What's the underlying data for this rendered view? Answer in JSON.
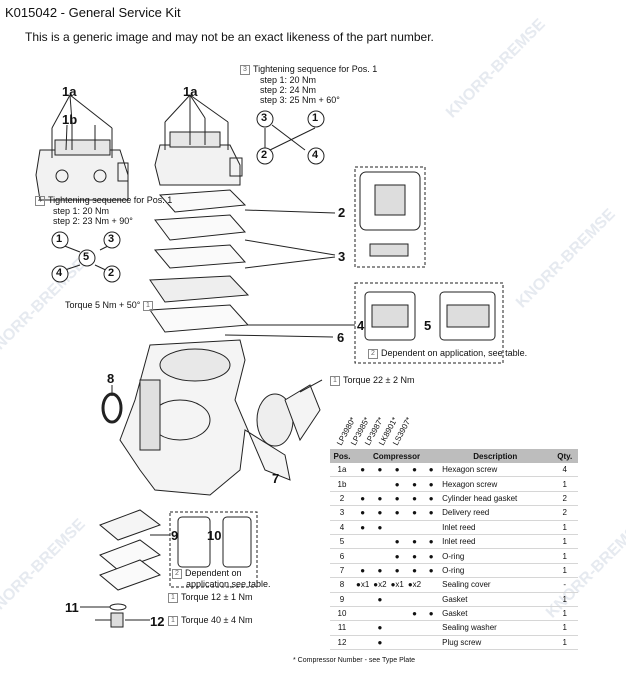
{
  "header": {
    "title": "K015042 - General Service Kit",
    "subtitle": "This is a generic image and may not be an exact likeness of the part number."
  },
  "seq_pos1_top": {
    "ref": "3",
    "title": "Tightening sequence for Pos. 1",
    "steps": [
      "step 1:  20 Nm",
      "step 2:  24 Nm",
      "step 3:  25 Nm + 60°"
    ]
  },
  "seq_pos1_left": {
    "ref": "4",
    "title": "Tightening sequence for Pos. 1",
    "steps": [
      "step 1:  20 Nm",
      "step 2:  23 Nm + 90°"
    ]
  },
  "labels": {
    "l1a_left": "1a",
    "l1b": "1b",
    "l1a_right": "1a",
    "l2": "2",
    "l3": "3",
    "l4": "4",
    "l5": "5",
    "l6": "6",
    "l7": "7",
    "l8": "8",
    "l9": "9",
    "l10": "10",
    "l11": "11",
    "l12": "12"
  },
  "seq_circles_top": [
    "3",
    "1",
    "2",
    "4"
  ],
  "seq_circles_left": [
    "1",
    "3",
    "5",
    "4",
    "2"
  ],
  "callouts": {
    "torque_5nm": "Torque 5 Nm + 50°",
    "torque_5nm_ref": "1",
    "torque_22": "Torque  22 ± 2 Nm",
    "torque_22_ref": "1",
    "dependent_1": "Dependent on application, see table.",
    "dependent_1_ref": "2",
    "dependent_2_line1": "Dependent on",
    "dependent_2_line2": "application,see table.",
    "dependent_2_ref": "2",
    "torque_12": "Torque  12 ± 1 Nm",
    "torque_12_ref": "1",
    "torque_40": "Torque  40 ± 4 Nm",
    "torque_40_ref": "1"
  },
  "compressors": [
    "LP3980*",
    "LP3985*",
    "LP3987*",
    "LK8901*",
    "LS3907*"
  ],
  "table": {
    "headers": {
      "pos": "Pos.",
      "compressor": "Compressor",
      "description": "Description",
      "qty": "Qty."
    },
    "rows": [
      {
        "pos": "1a",
        "c": [
          "●",
          "●",
          "●",
          "●",
          "●"
        ],
        "desc": "Hexagon screw",
        "qty": "4"
      },
      {
        "pos": "1b",
        "c": [
          "",
          "",
          "●",
          "●",
          "●"
        ],
        "desc": "Hexagon screw",
        "qty": "1"
      },
      {
        "pos": "2",
        "c": [
          "●",
          "●",
          "●",
          "●",
          "●"
        ],
        "desc": "Cylinder head gasket",
        "qty": "2"
      },
      {
        "pos": "3",
        "c": [
          "●",
          "●",
          "●",
          "●",
          "●"
        ],
        "desc": "Delivery reed",
        "qty": "2"
      },
      {
        "pos": "4",
        "c": [
          "●",
          "●",
          "",
          "",
          ""
        ],
        "desc": "Inlet reed",
        "qty": "1"
      },
      {
        "pos": "5",
        "c": [
          "",
          "",
          "●",
          "●",
          "●"
        ],
        "desc": "Inlet reed",
        "qty": "1"
      },
      {
        "pos": "6",
        "c": [
          "",
          "",
          "●",
          "●",
          "●"
        ],
        "desc": "O-ring",
        "qty": "1"
      },
      {
        "pos": "7",
        "c": [
          "●",
          "●",
          "●",
          "●",
          "●"
        ],
        "desc": "O-ring",
        "qty": "1"
      },
      {
        "pos": "8",
        "c": [
          "●x1",
          "●x2",
          "●x1",
          "●x2",
          ""
        ],
        "desc": "Sealing cover",
        "qty": "-"
      },
      {
        "pos": "9",
        "c": [
          "",
          "●",
          "",
          "",
          ""
        ],
        "desc": "Gasket",
        "qty": "1"
      },
      {
        "pos": "10",
        "c": [
          "",
          "",
          "",
          "●",
          "●"
        ],
        "desc": "Gasket",
        "qty": "1"
      },
      {
        "pos": "11",
        "c": [
          "",
          "●",
          "",
          "",
          ""
        ],
        "desc": "Sealing washer",
        "qty": "1"
      },
      {
        "pos": "12",
        "c": [
          "",
          "●",
          "",
          "",
          ""
        ],
        "desc": "Plug screw",
        "qty": "1"
      }
    ]
  },
  "footnote": "* Compressor Number - see Type Plate",
  "watermark": "KNORR-BREMSE"
}
